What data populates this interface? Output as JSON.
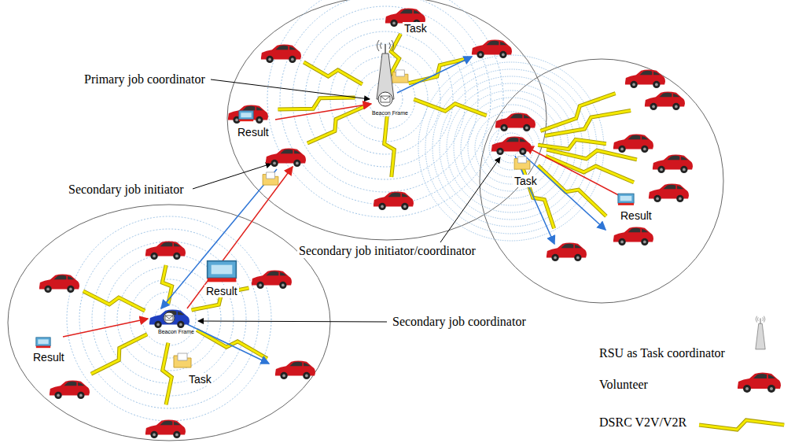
{
  "diagram": {
    "labels": [
      "Task",
      "Primary job coordinator",
      "Result",
      "Secondary job initiator",
      "Beacon Frame",
      "Task",
      "Result",
      "Secondary job initiator/coordinator",
      "Result",
      "Secondary job coordinator",
      "Beacon Frame",
      "Result",
      "Task"
    ],
    "legend": [
      {
        "text": "RSU as Task coordinator"
      },
      {
        "text": "Volunteer"
      },
      {
        "text": "DSRC V2V/V2R"
      }
    ]
  }
}
